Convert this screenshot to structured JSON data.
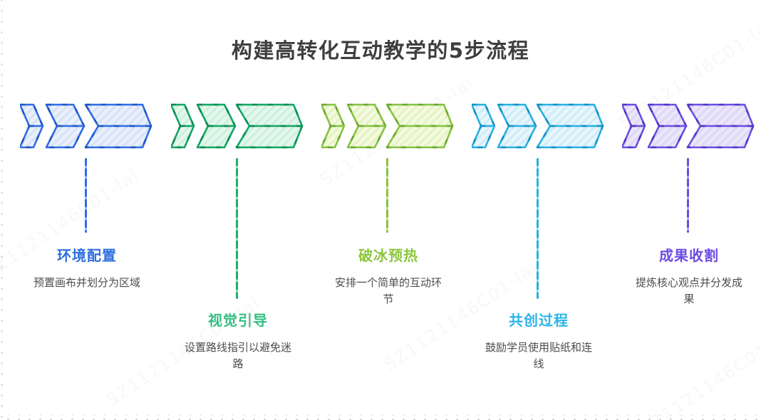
{
  "title": "构建高转化互动教学的5步流程",
  "watermark": "SZ1121146C01-lai",
  "steps": [
    {
      "label": "环境配置",
      "description": "预置画布并划分为区域",
      "colors": {
        "stroke": "#2e6ce5",
        "dash": "#1f55c0",
        "fill": "#e9f0fb",
        "hatch": "#d6e2f7",
        "line": "#2e6ce5",
        "label": "#2f6fe2"
      }
    },
    {
      "label": "视觉引导",
      "description": "设置路线指引以避免迷路",
      "colors": {
        "stroke": "#12a564",
        "dash": "#0a8a4f",
        "fill": "#e3f8ec",
        "hatch": "#cfeedd",
        "line": "#1fae6b",
        "label": "#35bd81"
      }
    },
    {
      "label": "破冰预热",
      "description": "安排一个简单的互动环节",
      "colors": {
        "stroke": "#85c341",
        "dash": "#6ca62e",
        "fill": "#f3fadd",
        "hatch": "#e4f2c5",
        "line": "#85c341",
        "label": "#8cc63e"
      }
    },
    {
      "label": "共创过程",
      "description": "鼓励学员使用贴纸和连线",
      "colors": {
        "stroke": "#27b0e3",
        "dash": "#148fc4",
        "fill": "#e5f6fc",
        "hatch": "#d0ecf8",
        "line": "#27b0e3",
        "label": "#29b5e8"
      }
    },
    {
      "label": "成果收割",
      "description": "提炼核心观点并分发成果",
      "colors": {
        "stroke": "#6a4ee2",
        "dash": "#5433c4",
        "fill": "#eae7fa",
        "hatch": "#ded7f5",
        "line": "#6a4ee2",
        "label": "#6b4be4"
      }
    }
  ]
}
